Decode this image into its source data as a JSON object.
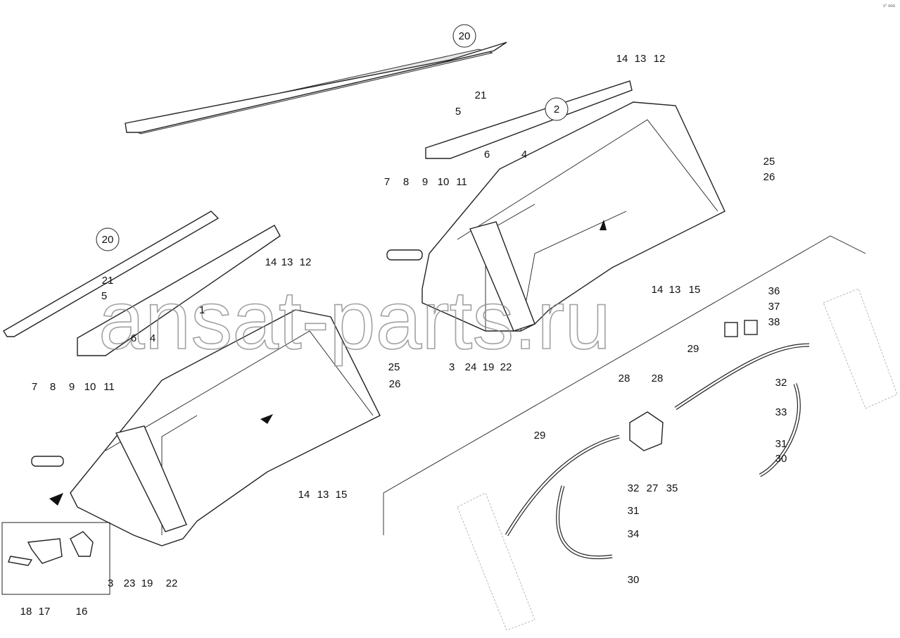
{
  "corner_code": "s° ooo",
  "watermark": "ansat-parts.ru",
  "labels": [
    "20",
    "21",
    "5",
    "6",
    "4",
    "2",
    "14",
    "13",
    "12",
    "25",
    "26",
    "7",
    "8",
    "9",
    "10",
    "11",
    "14",
    "13",
    "15",
    "3",
    "24",
    "19",
    "22",
    "20",
    "21",
    "5",
    "6",
    "4",
    "1",
    "14",
    "13",
    "12",
    "25",
    "26",
    "7",
    "8",
    "9",
    "10",
    "11",
    "14",
    "13",
    "15",
    "3",
    "23",
    "19",
    "22",
    "18",
    "17",
    "16",
    "36",
    "37",
    "38",
    "29",
    "28",
    "28",
    "32",
    "33",
    "31",
    "30",
    "29",
    "32",
    "27",
    "35",
    "31",
    "34",
    "30"
  ]
}
